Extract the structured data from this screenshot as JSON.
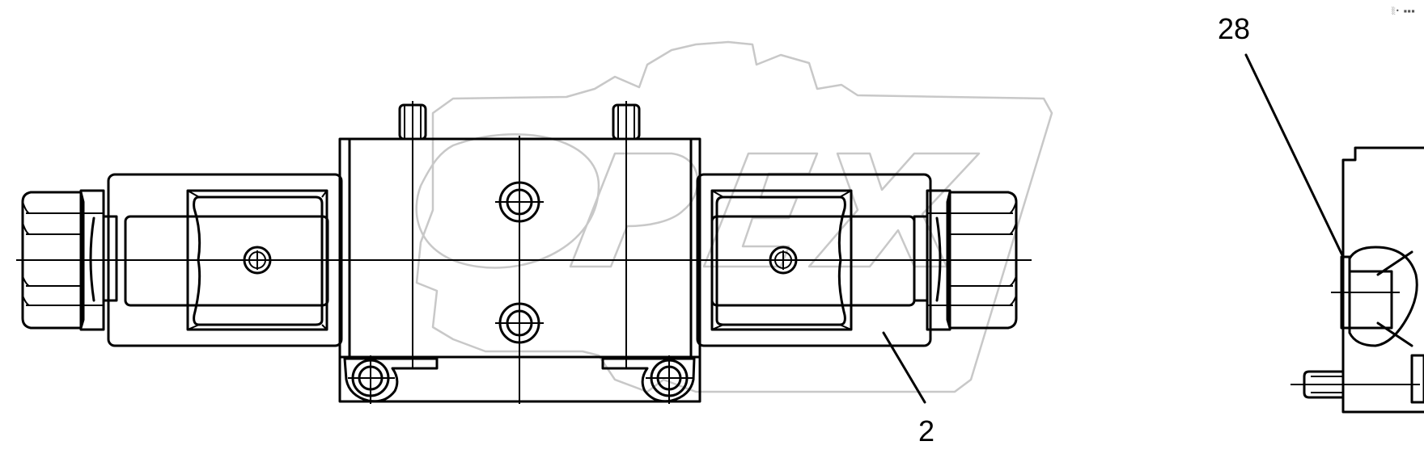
{
  "drawing": {
    "watermark_text": "OPEX",
    "corner_mark": "░• ▪▪▪",
    "callouts": [
      {
        "id": "valve",
        "label": "2"
      },
      {
        "id": "washer",
        "label": "28"
      }
    ]
  },
  "colors": {
    "line": "#000000",
    "watermark": "#c8c8c8",
    "background": "#ffffff"
  }
}
